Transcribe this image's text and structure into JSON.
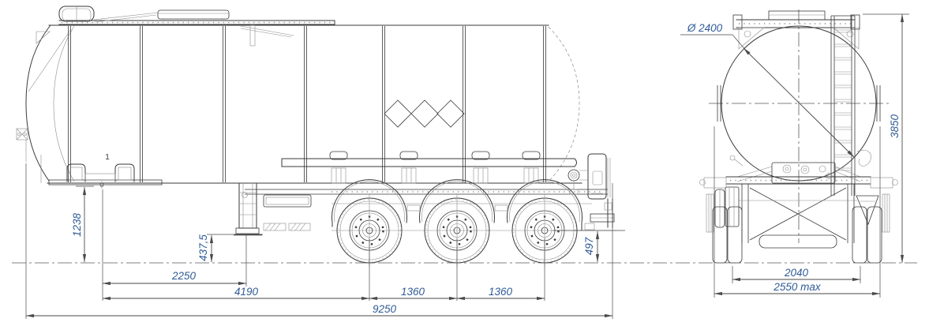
{
  "drawing": {
    "views": {
      "side": {
        "callout": "1",
        "dims": {
          "fifth_wheel_height": "1238",
          "landing_gear_clearance": "437,5",
          "kingpin_to_landing_gear": "2250",
          "kingpin_to_first_axle": "4190",
          "axle_spacing_1": "1360",
          "axle_spacing_2": "1360",
          "overall_length": "9250",
          "axle_centre_height": "497"
        }
      },
      "rear": {
        "dims": {
          "tank_diameter": "Ø 2400",
          "overall_height": "3850",
          "track_width": "2040",
          "overall_width": "2550 max"
        }
      }
    },
    "colors": {
      "line": "#3a3a3a",
      "thin": "#8c8c8c",
      "dim": "#4a4a4a",
      "dim_text": "#2f5b96",
      "bg": "#ffffff"
    }
  }
}
